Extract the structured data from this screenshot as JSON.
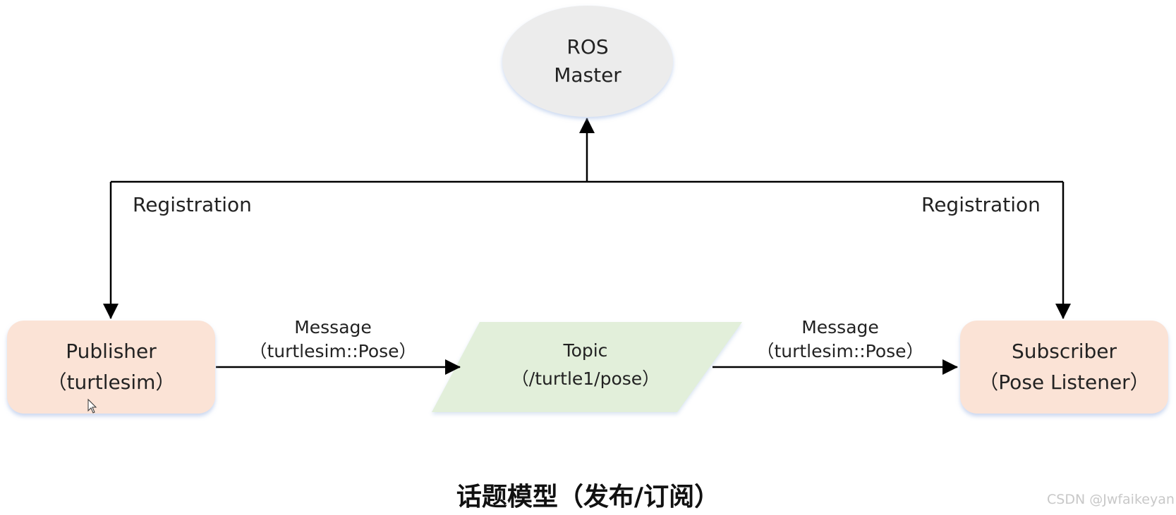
{
  "nodes": {
    "ros_master": {
      "line1": "ROS",
      "line2": "Master"
    },
    "publisher": {
      "line1": "Publisher",
      "line2": "（turtlesim）"
    },
    "topic": {
      "line1": "Topic",
      "line2": "（/turtle1/pose）"
    },
    "subscriber": {
      "line1": "Subscriber",
      "line2": "（Pose Listener）"
    }
  },
  "edges": {
    "registration_left": "Registration",
    "registration_right": "Registration",
    "message_left": {
      "line1": "Message",
      "line2": "（turtlesim::Pose）"
    },
    "message_right": {
      "line1": "Message",
      "line2": "（turtlesim::Pose）"
    }
  },
  "caption": "话题模型（发布/订阅）",
  "watermark": "CSDN @Jwfaikeyan",
  "colors": {
    "master_fill": "#ececec",
    "node_fill": "#fbe3d6",
    "topic_fill": "#e2efda",
    "line": "#000000"
  }
}
